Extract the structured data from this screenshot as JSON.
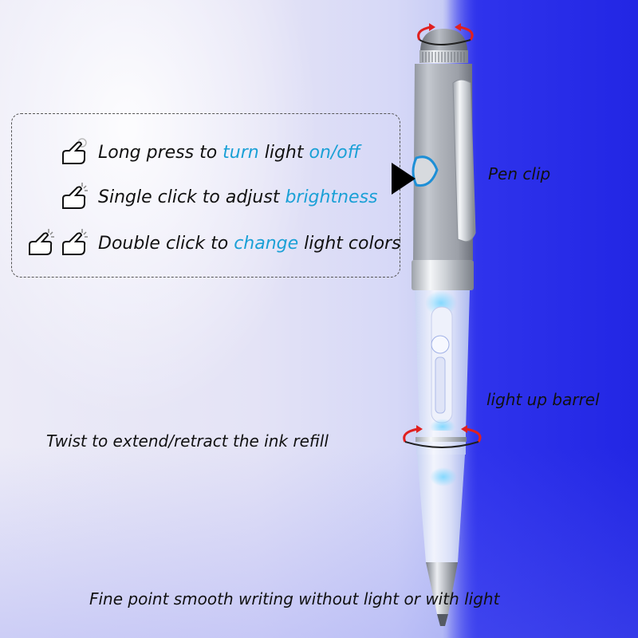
{
  "instructions": [
    {
      "pre": "Long press to ",
      "h1": "turn",
      "mid": " light ",
      "h2": "on/off",
      "post": "",
      "hands": 1
    },
    {
      "pre": "Single click to adjust ",
      "h1": "brightness",
      "mid": "",
      "h2": "",
      "post": "",
      "hands": 1
    },
    {
      "pre": "Double click to ",
      "h1": "change",
      "mid": " light colors",
      "h2": "",
      "post": "",
      "hands": 2
    }
  ],
  "labels": {
    "pen_clip": "Pen clip",
    "light_barrel": "light up barrel",
    "twist": "Twist to extend/retract the ink refill",
    "fine_point": "Fine point smooth writing without light or with light"
  },
  "colors": {
    "highlight": "#1aa0d6",
    "background_blue": "#2226e4",
    "rotation_arrow": "#e02020"
  },
  "icons": [
    "hand-press-icon",
    "hand-tap-icon",
    "rotation-arrows-icon",
    "pointer-arrow-icon"
  ]
}
